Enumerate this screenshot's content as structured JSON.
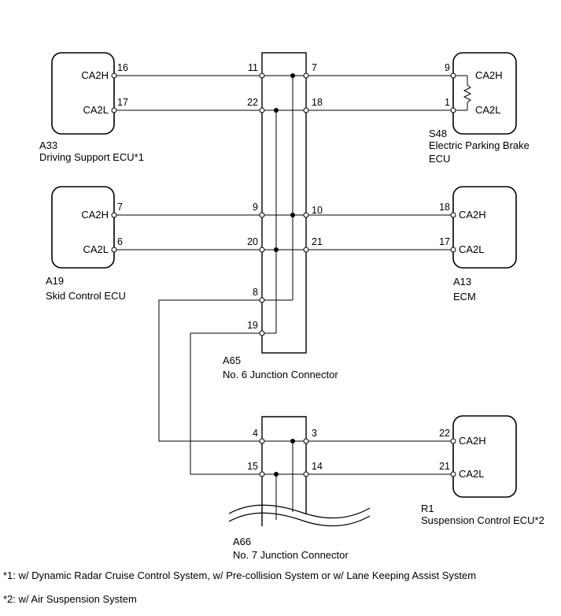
{
  "ecus": {
    "a33": {
      "code": "A33",
      "name": "Driving Support ECU*1",
      "pin_h_label": "CA2H",
      "pin_l_label": "CA2L",
      "pin_h": "16",
      "pin_l": "17"
    },
    "s48": {
      "code": "S48",
      "name_line1": "Electric Parking Brake",
      "name_line2": "ECU",
      "pin_h_label": "CA2H",
      "pin_l_label": "CA2L",
      "pin_h": "9",
      "pin_l": "1"
    },
    "a19": {
      "code": "A19",
      "name": "Skid Control ECU",
      "pin_h_label": "CA2H",
      "pin_l_label": "CA2L",
      "pin_h": "7",
      "pin_l": "6"
    },
    "a13": {
      "code": "A13",
      "name": "ECM",
      "pin_h_label": "CA2H",
      "pin_l_label": "CA2L",
      "pin_h": "18",
      "pin_l": "17"
    },
    "r1": {
      "code": "R1",
      "name": "Suspension Control ECU*2",
      "pin_h_label": "CA2H",
      "pin_l_label": "CA2L",
      "pin_h": "22",
      "pin_l": "21"
    }
  },
  "junctions": {
    "a65": {
      "code": "A65",
      "name": "No. 6 Junction Connector",
      "pins": {
        "r1_left": "11",
        "r1_right": "7",
        "r2_left": "22",
        "r2_right": "18",
        "r3_left": "9",
        "r3_right": "10",
        "r4_left": "20",
        "r4_right": "21",
        "out_h": "8",
        "out_l": "19"
      }
    },
    "a66": {
      "code": "A66",
      "name": "No. 7 Junction Connector",
      "pins": {
        "r1_left": "4",
        "r1_right": "3",
        "r2_left": "15",
        "r2_right": "14"
      }
    }
  },
  "notes": {
    "n1": "*1: w/ Dynamic Radar Cruise Control System, w/ Pre-collision System or w/ Lane Keeping Assist System",
    "n2": "*2: w/ Air Suspension System"
  }
}
